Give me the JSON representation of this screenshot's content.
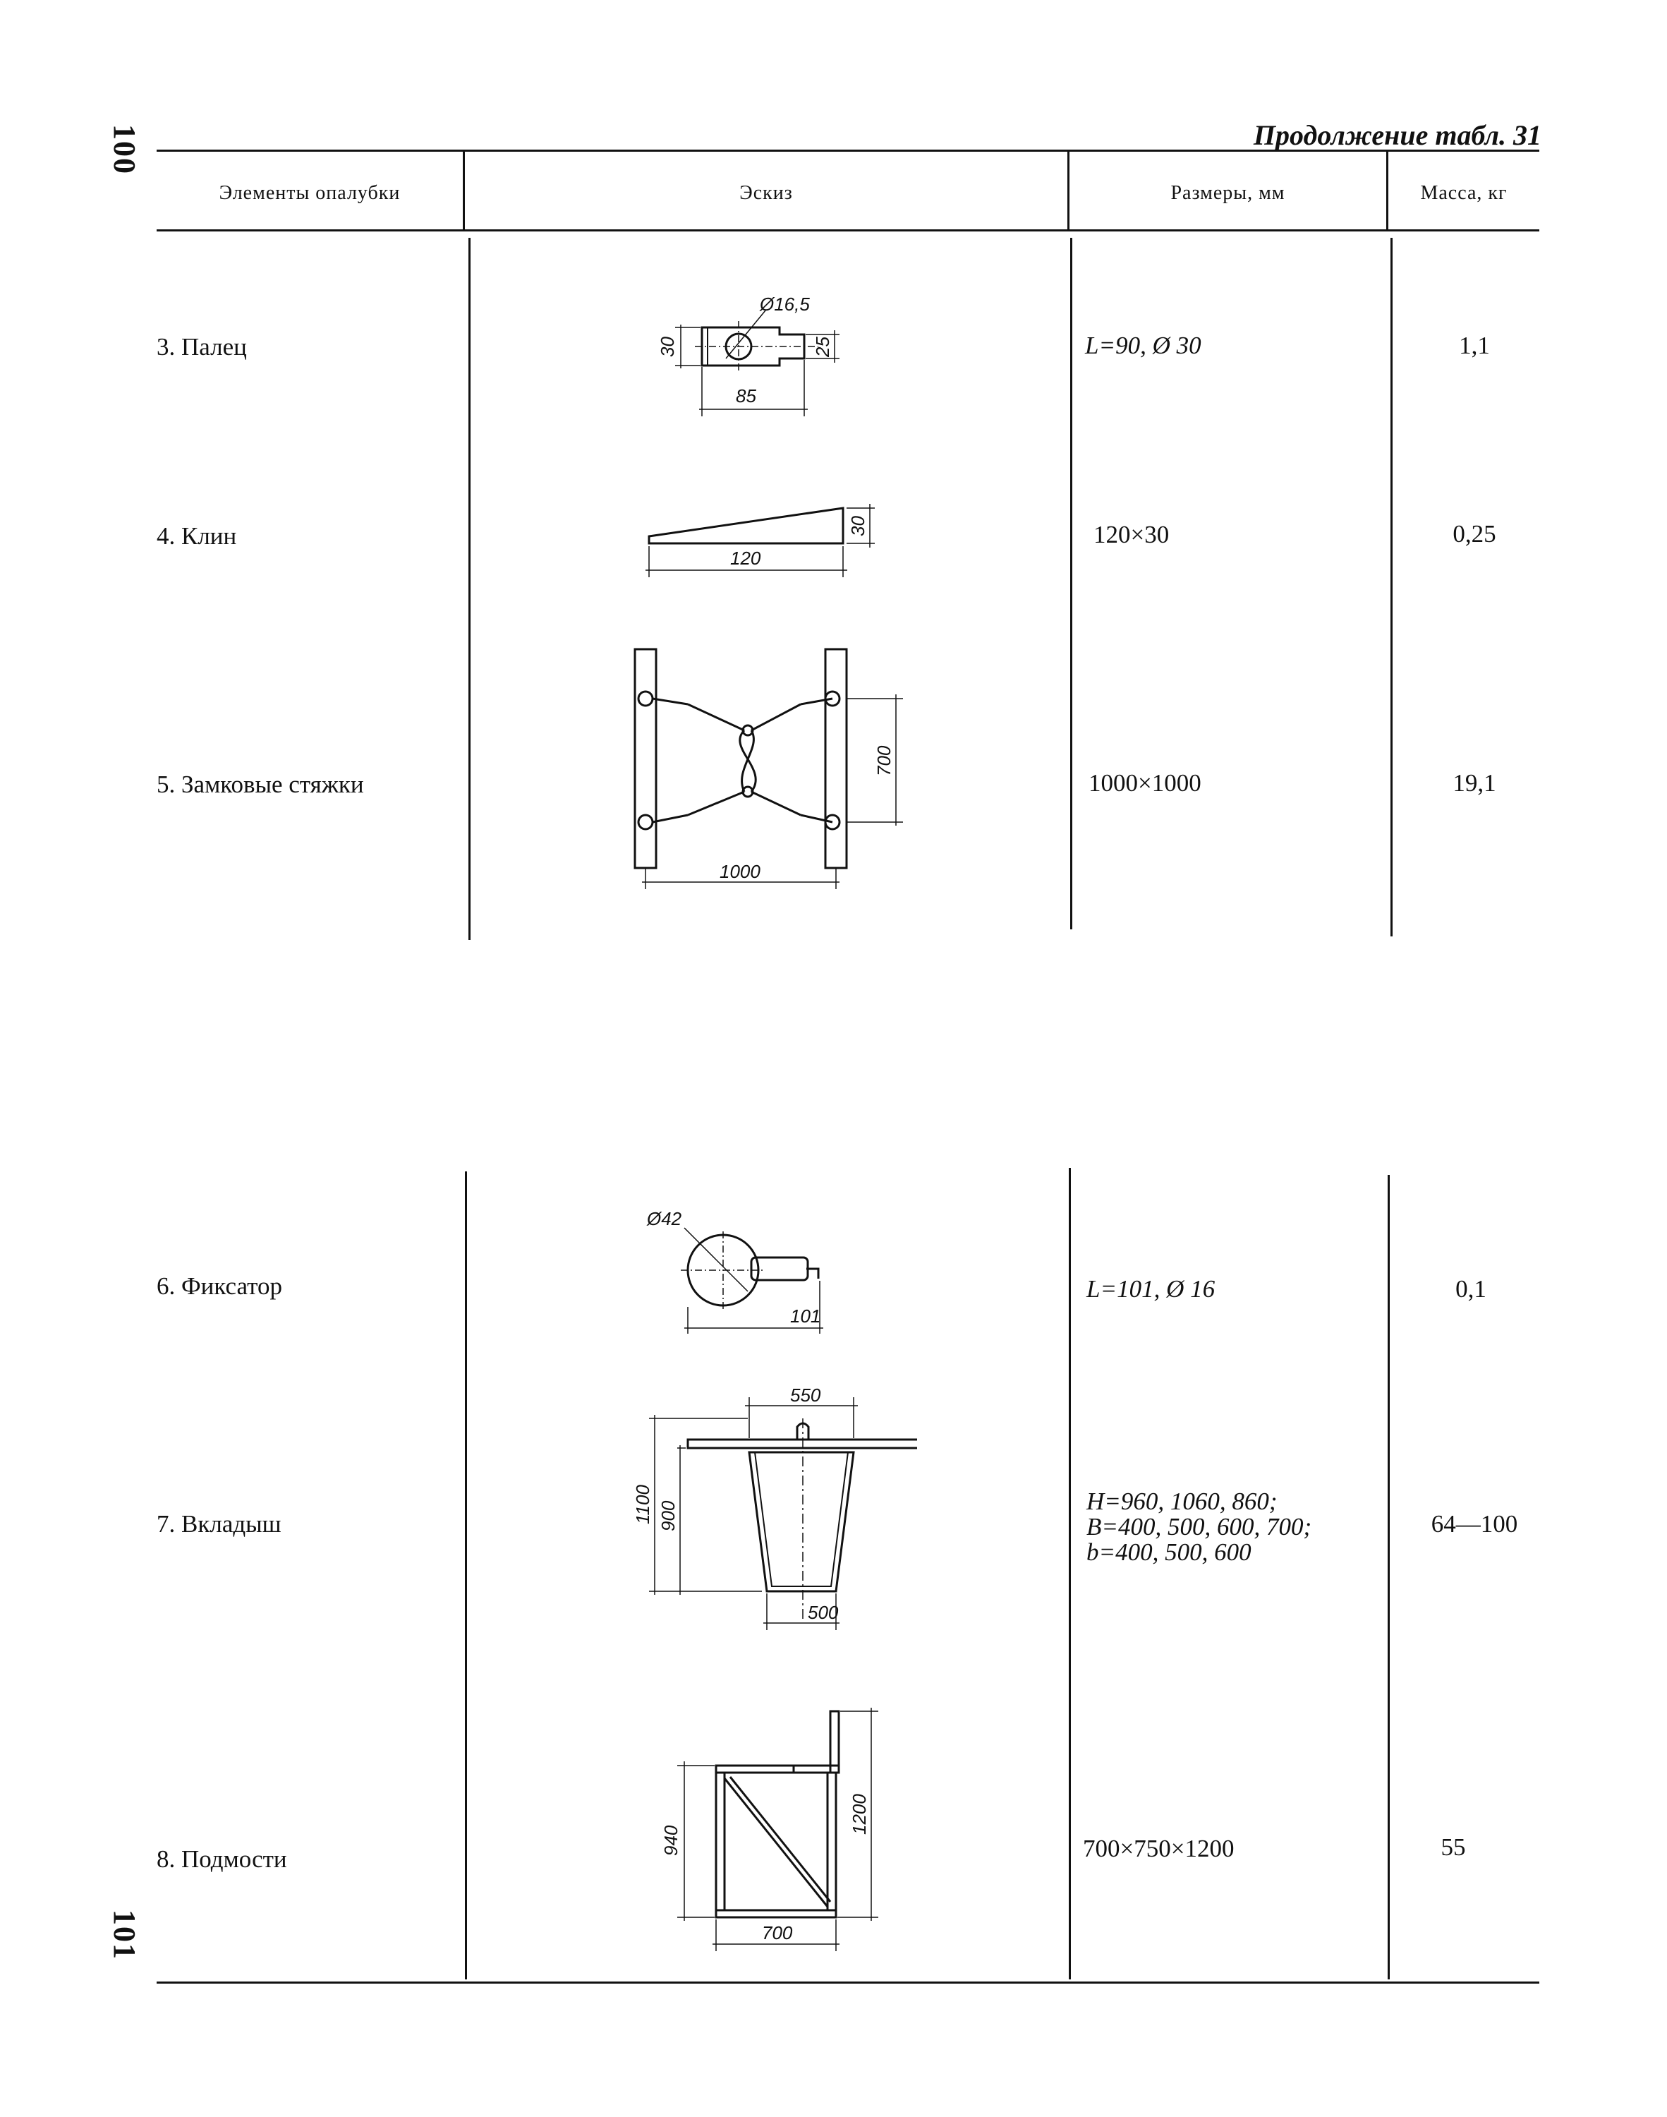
{
  "page_numbers": {
    "top": "100",
    "bottom": "101"
  },
  "caption": "Продолжение табл. 31",
  "table": {
    "headers": {
      "element": "Элементы опалубки",
      "sketch": "Эскиз",
      "dims": "Размеры, мм",
      "mass": "Масса, кг"
    },
    "rows": [
      {
        "name": "3. Палец",
        "dims": "L=90, Ø 30",
        "mass": "1,1",
        "sketch_labels": {
          "diameter": "Ø16,5",
          "height": "30",
          "right": "25",
          "length": "85"
        }
      },
      {
        "name": "4. Клин",
        "dims": "120×30",
        "mass": "0,25",
        "sketch_labels": {
          "length": "120",
          "height": "30"
        }
      },
      {
        "name": "5. Замковые стяжки",
        "dims": "1000×1000",
        "mass": "19,1",
        "sketch_labels": {
          "width": "1000",
          "height": "700"
        }
      },
      {
        "name": "6. Фиксатор",
        "dims": "L=101, Ø 16",
        "mass": "0,1",
        "sketch_labels": {
          "diameter": "Ø42",
          "length": "101"
        }
      },
      {
        "name": "7. Вкладыш",
        "dims": [
          "H=960, 1060, 860;",
          "B=400, 500, 600, 700;",
          "b=400, 500, 600"
        ],
        "mass": "64—100",
        "sketch_labels": {
          "top": "550",
          "bottom": "500",
          "outer_height": "1100",
          "inner_height": "900"
        }
      },
      {
        "name": "8. Подмости",
        "dims": "700×750×1200",
        "mass": "55",
        "sketch_labels": {
          "width": "700",
          "height": "940",
          "post": "1200"
        }
      }
    ]
  }
}
